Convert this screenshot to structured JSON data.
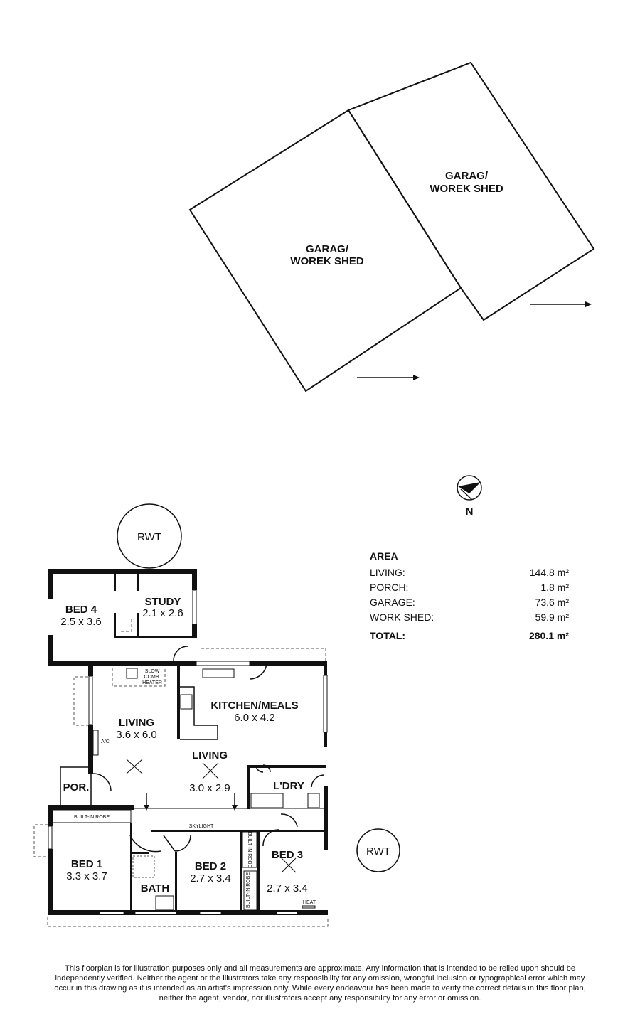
{
  "sheds": [
    {
      "label_line1": "GARAG/",
      "label_line2": "WOREK SHED"
    },
    {
      "label_line1": "GARAG/",
      "label_line2": "WOREK SHED"
    }
  ],
  "compass": {
    "label": "N"
  },
  "rwt": [
    "RWT",
    "RWT"
  ],
  "rooms": {
    "bed4": {
      "name": "BED 4",
      "size": "2.5 x 3.6"
    },
    "study": {
      "name": "STUDY",
      "size": "2.1 x 2.6"
    },
    "living1": {
      "name": "LIVING",
      "size": "3.6 x 6.0"
    },
    "kitchen": {
      "name": "KITCHEN/MEALS",
      "size": "6.0 x 4.2"
    },
    "living2": {
      "name": "LIVING",
      "size": "3.0 x 2.9"
    },
    "porch": {
      "name": "POR."
    },
    "laundry": {
      "name": "L'DRY"
    },
    "bed1": {
      "name": "BED 1",
      "size": "3.3 x 3.7"
    },
    "bath": {
      "name": "BATH"
    },
    "bed2": {
      "name": "BED 2",
      "size": "2.7 x 3.4"
    },
    "bed3": {
      "name": "BED 3",
      "size": "2.7 x 3.4"
    }
  },
  "annotations": {
    "heater_1": "SLOW",
    "heater_2": "COMB.",
    "heater_3": "HEATER",
    "ac": "A/C",
    "robe_bed1": "BUILT-IN ROBE",
    "skylight": "SKYLIGHT",
    "robe_bed2a": "BUILT-IN ROBE",
    "robe_bed2b": "BUILT-IN ROBE",
    "heat": "HEAT"
  },
  "area": {
    "title": "AREA",
    "rows": [
      {
        "label": "LIVING:",
        "value": "144.8 m²"
      },
      {
        "label": "PORCH:",
        "value": "1.8 m²"
      },
      {
        "label": "GARAGE:",
        "value": "73.6 m²"
      },
      {
        "label": "WORK SHED:",
        "value": "59.9 m²"
      }
    ],
    "total_label": "TOTAL:",
    "total_value": "280.1 m²"
  },
  "disclaimer": "This floorplan is for illustration purposes only and all measurements are approximate. Any information that is intended to be relied upon should be independently verified. Neither the agent or the illustrators take any responsibility for any omission, wrongful inclusion or typographical error which may occur in this drawing as it is intended as an artist's impression only. While every endeavour has been made to verify the correct details in this floor plan, neither the agent, vendor, nor illustrators accept any responsibility for any error or omission."
}
